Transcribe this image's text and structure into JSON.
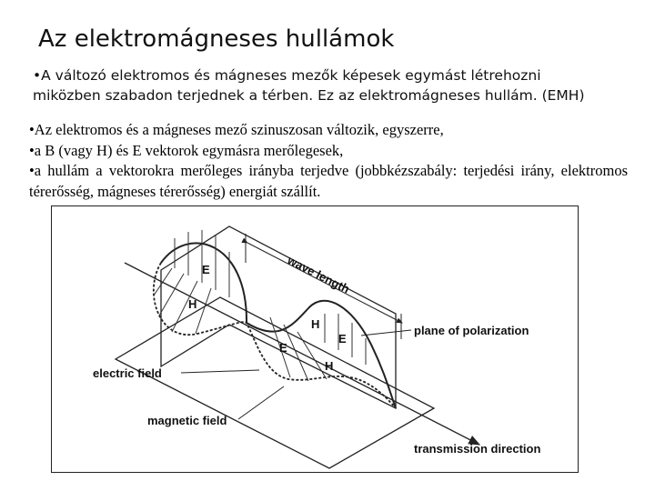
{
  "slide": {
    "title": "Az elektromágneses hullámok",
    "intro_line1": "•A változó elektromos és mágneses mezők képesek egymást létrehozni",
    "intro_line2": "miközben szabadon terjednek a térben.  Ez az elektromágneses hullám. (EMH)",
    "bullets": [
      "•Az elektromos és a mágneses mező szinuszosan változik, egyszerre,",
      "•a B (vagy H) és E vektorok egymásra merőlegesek,",
      "•a hullám a vektorokra merőleges irányba terjedve (jobbkézszabály: terjedési irány, elektromos térerősség, mágneses térerősség) energiát szállít."
    ]
  },
  "figure": {
    "labels": {
      "wave_length": "wave length",
      "plane_of_polarization": "plane of polarization",
      "electric_field": "electric field",
      "magnetic_field": "magnetic field",
      "transmission_direction": "transmission direction"
    },
    "vector_letters": {
      "e": "E",
      "h": "H"
    }
  }
}
